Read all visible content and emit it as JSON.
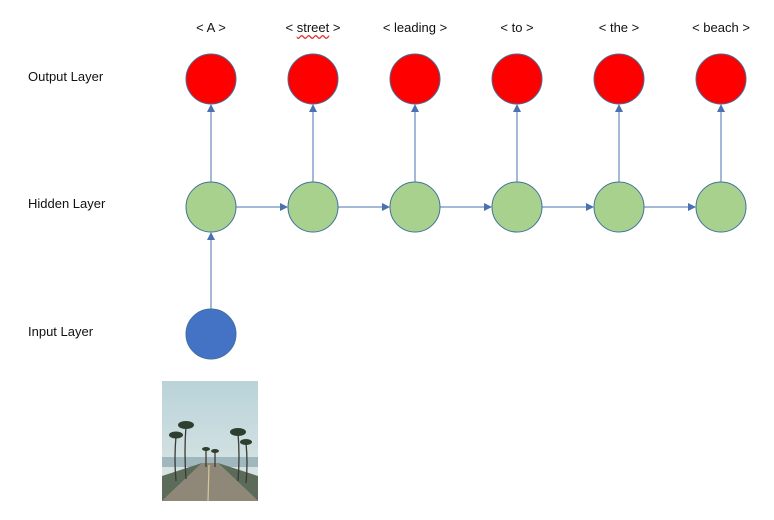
{
  "layers": {
    "output": "Output Layer",
    "hidden": "Hidden Layer",
    "input": "Input Layer"
  },
  "tokens": [
    {
      "pre": "< ",
      "word": "A",
      "post": " >",
      "misspelled": false
    },
    {
      "pre": "< ",
      "word": "street",
      "post": " >",
      "misspelled": true
    },
    {
      "pre": "< ",
      "word": "leading",
      "post": " >",
      "misspelled": false
    },
    {
      "pre": "< ",
      "word": "to",
      "post": " >",
      "misspelled": false
    },
    {
      "pre": "< ",
      "word": "the",
      "post": " >",
      "misspelled": false
    },
    {
      "pre": "< ",
      "word": "beach",
      "post": " >",
      "misspelled": false
    }
  ],
  "colors": {
    "output_fill": "#ff0000",
    "hidden_fill": "#a9d18e",
    "input_fill": "#4472c4",
    "stroke": "#41719c",
    "arrow": "#4a72b0"
  },
  "image": {
    "subject": "street with palm trees leading to the beach"
  }
}
